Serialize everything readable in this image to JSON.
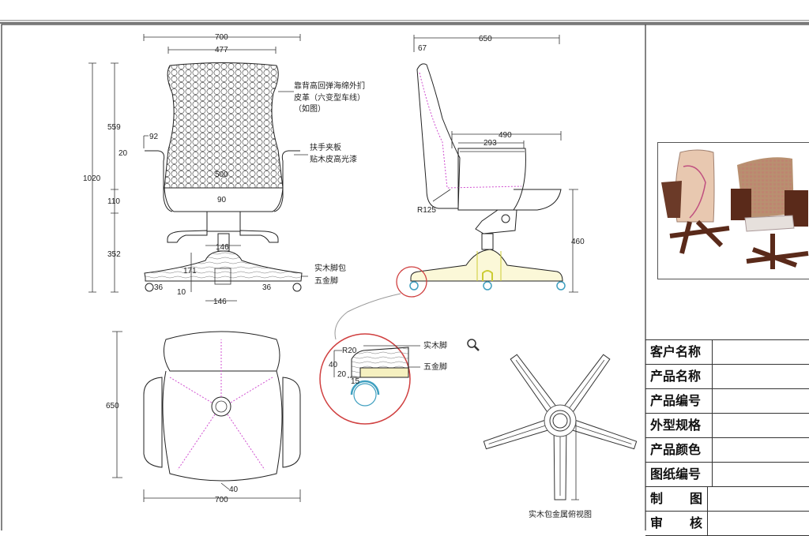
{
  "front_view": {
    "dims": {
      "width_total": "700",
      "width_back": "477",
      "height_total": "1020",
      "back_height": "559",
      "seat_thick": "110",
      "base_height": "352",
      "arm_thick": "20",
      "arm_offset": "92",
      "seat_width": "500",
      "seat_depth": "90",
      "column_width": "146",
      "base_height2": "171",
      "caster_left": "36",
      "caster_right": "36",
      "gap": "10",
      "hub_width": "146"
    },
    "notes": {
      "back_line1": "靠背高回弹海绵外扪",
      "back_line2": "皮革（六变型车线）",
      "back_line3": "（如图）",
      "arm_line1": "扶手夹板",
      "arm_line2": "贴木皮高光漆",
      "base_line1": "实木脚包",
      "base_line2": "五金脚"
    }
  },
  "side_view": {
    "dims": {
      "depth_total": "650",
      "back_top": "67",
      "arm_length": "490",
      "arm_pad": "293",
      "radius": "R125",
      "seat_height": "460"
    }
  },
  "top_view": {
    "dims": {
      "depth": "650",
      "width": "700",
      "arm": "40"
    }
  },
  "detail_view": {
    "dims": {
      "radius": "R20",
      "height": "40",
      "metal": "20",
      "offset": "15"
    },
    "labels": {
      "wood": "实木脚",
      "metal": "五金脚"
    }
  },
  "base_top_view": {
    "caption": "实木包金属俯视图"
  },
  "title_block": {
    "rows": [
      {
        "label": "客户名称",
        "value": ""
      },
      {
        "label": "产品名称",
        "value": ""
      },
      {
        "label": "产品编号",
        "value": ""
      },
      {
        "label": "外型规格",
        "value": ""
      },
      {
        "label": "产品颜色",
        "value": ""
      },
      {
        "label": "图纸编号",
        "value": ""
      },
      {
        "label_a": "制",
        "label_b": "图",
        "value": ""
      },
      {
        "label_a": "审",
        "label_b": "核",
        "value": ""
      }
    ]
  },
  "colors": {
    "detail_circle": "#d04040",
    "caster": "#40a0c0",
    "metal_fill": "#f5f0c0",
    "hidden_line": "#d050d0"
  }
}
